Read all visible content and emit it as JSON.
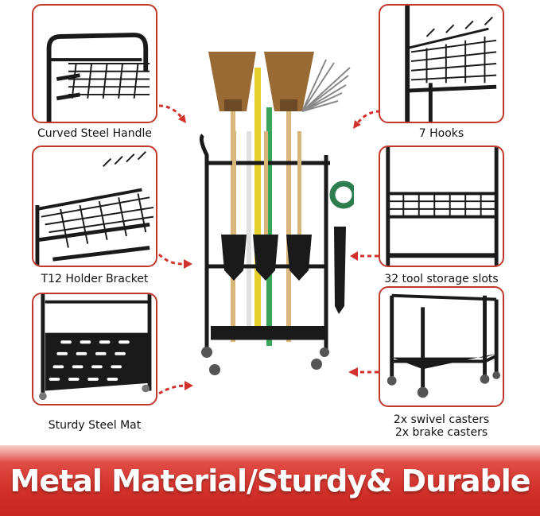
{
  "features": {
    "handle": {
      "caption": "Curved Steel Handle"
    },
    "hooks": {
      "caption": "7 Hooks"
    },
    "holder": {
      "caption": "T12 Holder Bracket"
    },
    "slots": {
      "caption": "32 tool storage slots"
    },
    "mat": {
      "caption": "Sturdy Steel Mat"
    },
    "casters": {
      "caption_line1": "2x swivel casters",
      "caption_line2": "2x brake casters"
    }
  },
  "banner": {
    "text": "Metal Material/Sturdy& Durable"
  },
  "colors": {
    "accent": "#c0392b",
    "banner": "#d2322b",
    "frame": "#1a1a1a"
  },
  "icons": {
    "arrow": "dashed-curved-arrow-icon"
  }
}
